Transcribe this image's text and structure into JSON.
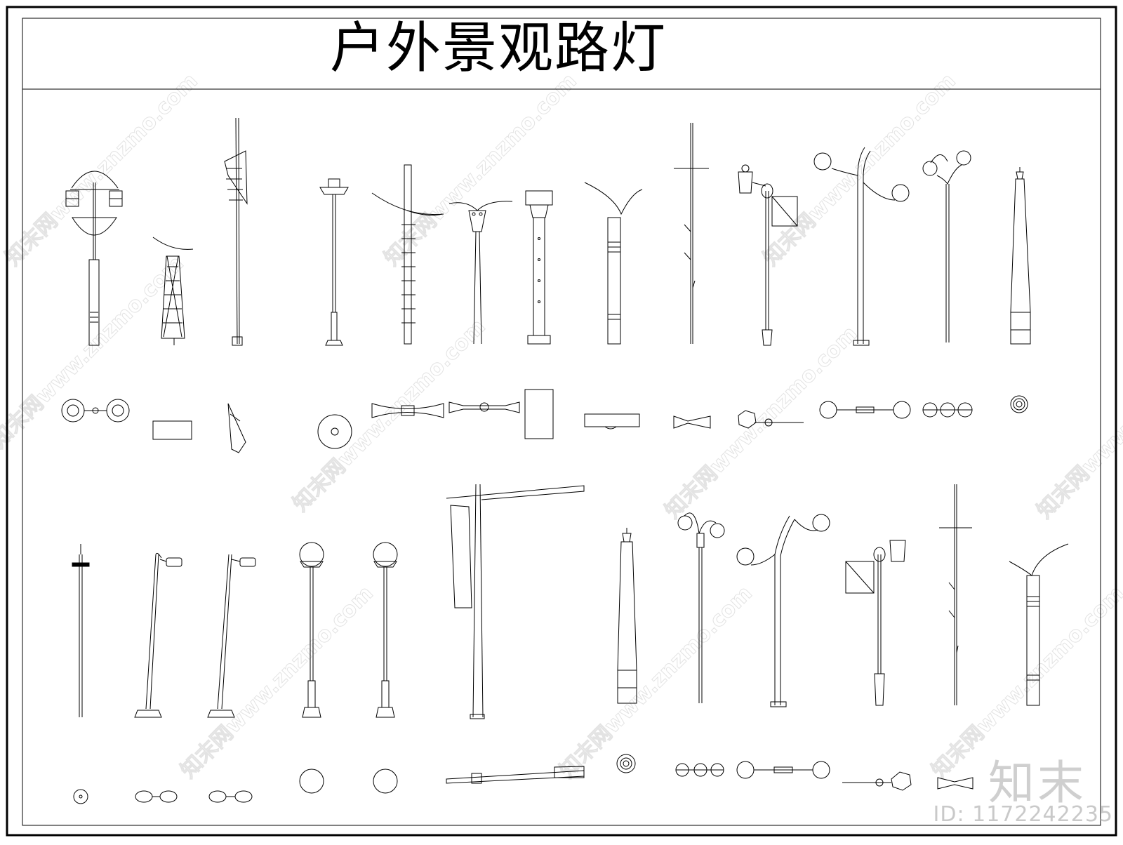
{
  "title": "户外景观路灯",
  "brand_mark": "知末",
  "id_label": "ID: 1172242235",
  "watermark_text": "知末网www.znzmo.com",
  "line_color": "#000000",
  "watermark_color": "#e3e3e3"
}
